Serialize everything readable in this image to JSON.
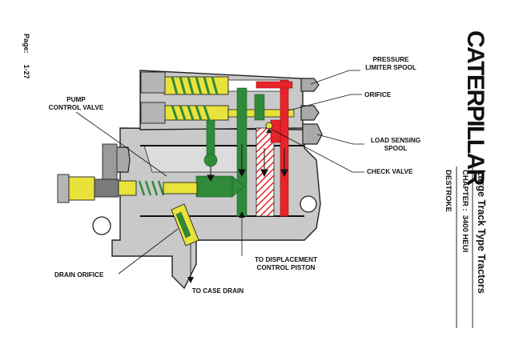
{
  "brand": {
    "logo_text": "CATERPILLAR",
    "logo_color": "#111111"
  },
  "page": {
    "label": "Page:",
    "number": "1-27"
  },
  "document": {
    "title": "Large Track Type Tractors",
    "chapter_label": "CHAPTER :",
    "chapter_value": "3400 HEUI",
    "section": "DESTROKE"
  },
  "labels": {
    "pressure_limiter_spool": [
      "PRESSURE",
      "LIMITER SPOOL"
    ],
    "orifice": "ORIFICE",
    "pump_control_valve": [
      "PUMP",
      "CONTROL VALVE"
    ],
    "load_sensing_spool": [
      "LOAD SENSING",
      "SPOOL"
    ],
    "check_valve": "CHECK VALVE",
    "drain_orifice": "DRAIN ORIFICE",
    "to_displacement_control_piston": [
      "TO DISPLACEMENT",
      "CONTROL PISTON"
    ],
    "to_case_drain": "TO CASE DRAIN"
  },
  "colors": {
    "high_pressure": "#e8232a",
    "control_pressure": "#2f8a3a",
    "drain_oil": "#e8e23a",
    "housing": "#c9c9c9",
    "housing_dark": "#a9a9a9"
  }
}
